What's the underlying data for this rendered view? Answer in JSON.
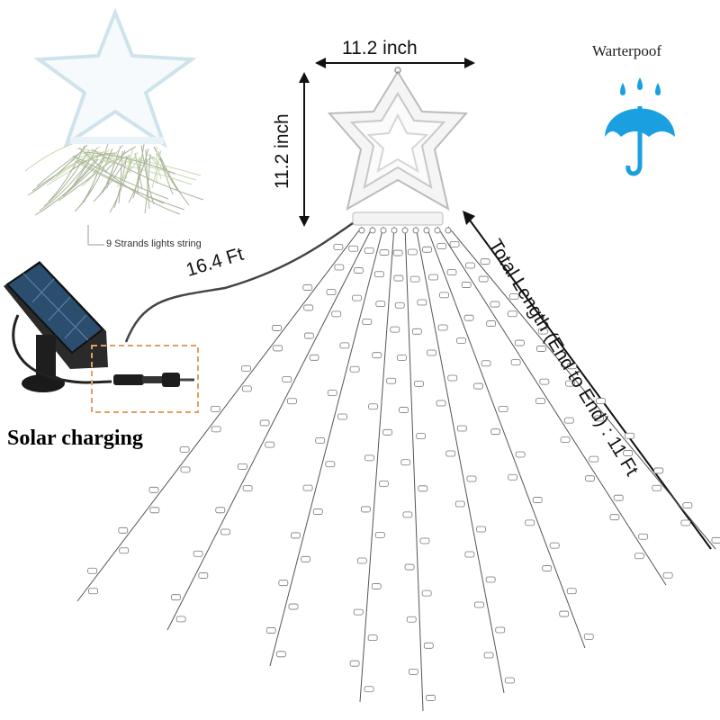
{
  "labels": {
    "width": "11.2 inch",
    "height": "11.2 inch",
    "waterproof": "Warterpoof",
    "solar": "Solar charging",
    "cable": "16.4 Ft",
    "total_length": "Total Length (End to End) : 11 Ft",
    "strands": "9 Strands lights string"
  },
  "colors": {
    "umbrella": "#1aa0e0",
    "panel": "#1e1e1e",
    "highlight_box": "#e0a060",
    "wire": "#555555"
  },
  "icons": {
    "waterproof": "umbrella-rain-icon",
    "solar_panel": "solar-panel-icon",
    "star": "star-topper-icon"
  }
}
